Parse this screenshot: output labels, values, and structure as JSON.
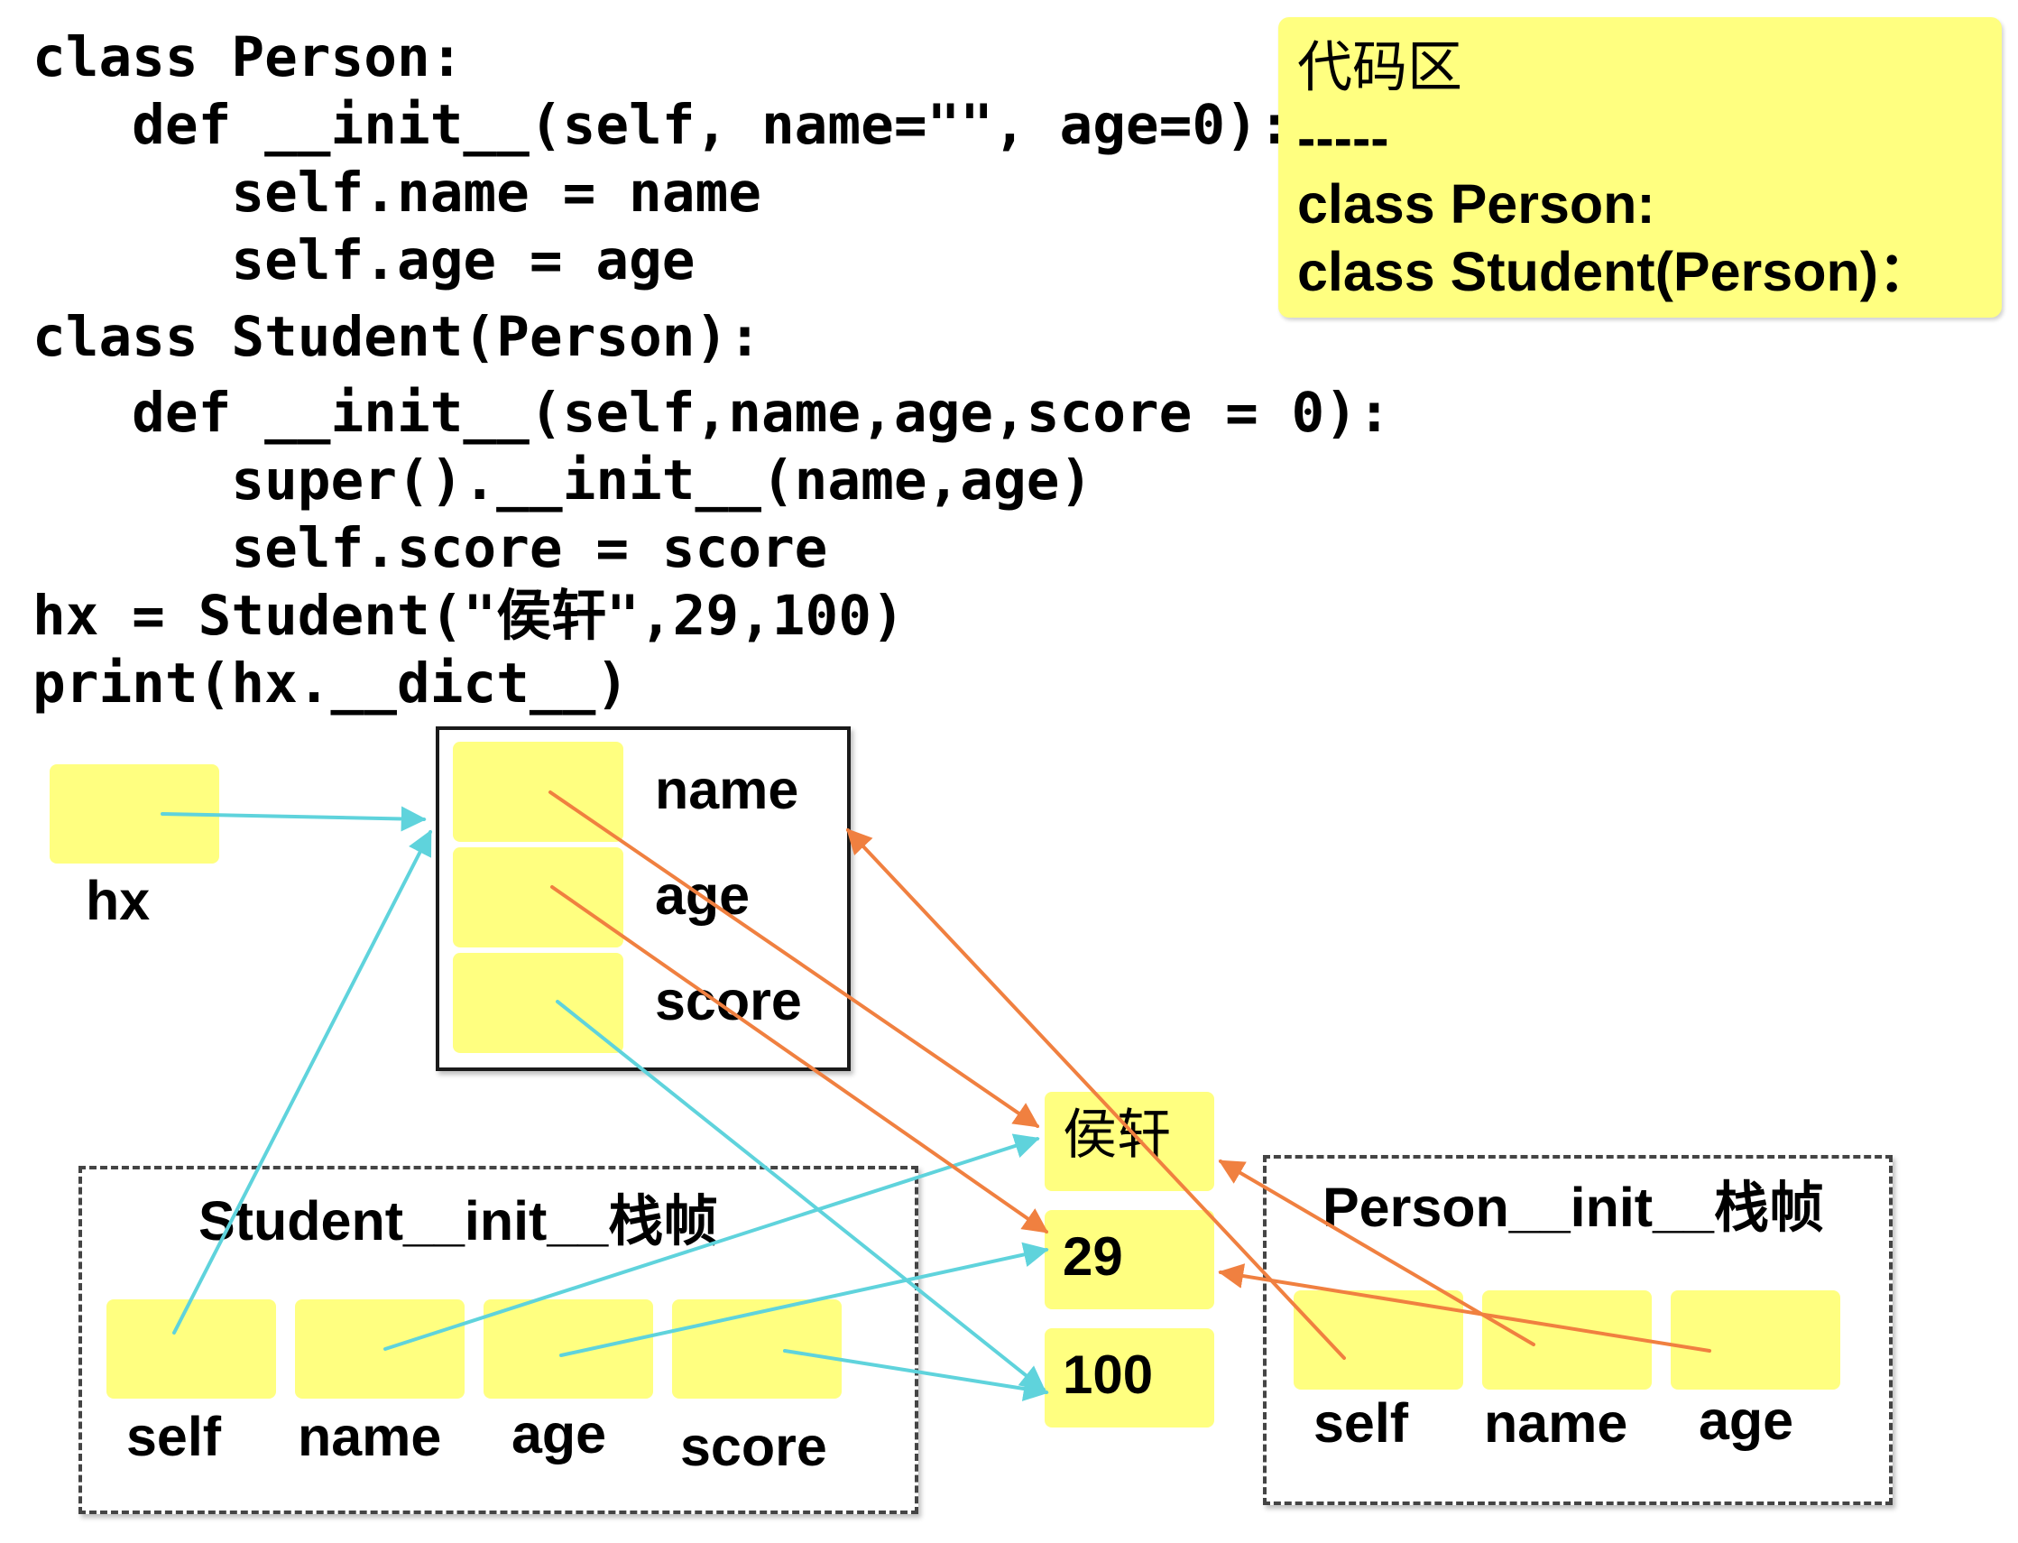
{
  "code": [
    "class Person:",
    "   def __init__(self, name=\"\", age=0):",
    "      self.name = name",
    "      self.age = age",
    "class Student(Person):",
    "   def __init__(self,name,age,score = 0):",
    "      super().__init__(name,age)",
    "      self.score = score",
    "hx = Student(\"侯轩\",29,100)",
    "print(hx.__dict__)"
  ],
  "legend": {
    "title": "代码区",
    "divider": "-----",
    "line1": "class Person:",
    "line2": "class Student(Person)："
  },
  "variable": {
    "label": "hx"
  },
  "object": {
    "fields": [
      "name",
      "age",
      "score"
    ]
  },
  "student_frame": {
    "title": "Student__init__栈帧",
    "slots": [
      "self",
      "name",
      "age",
      "score"
    ]
  },
  "person_frame": {
    "title": "Person__init__栈帧",
    "slots": [
      "self",
      "name",
      "age"
    ]
  },
  "values": [
    "侯轩",
    "29",
    "100"
  ],
  "colors": {
    "highlight": "#ffff80",
    "cyan_arrow": "#5fd3dc",
    "orange_arrow": "#f08040"
  }
}
